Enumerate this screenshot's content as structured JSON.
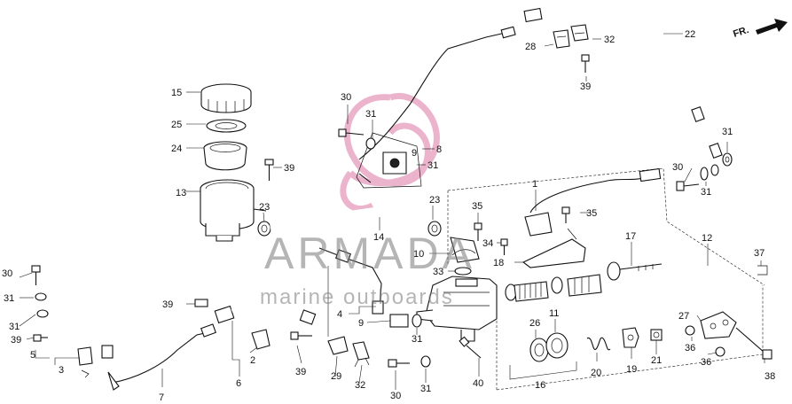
{
  "labels": {
    "l1": "1",
    "l2": "2",
    "l3": "3",
    "l4": "4",
    "l5": "5",
    "l6": "6",
    "l7": "7",
    "l8": "8",
    "l9a": "9",
    "l9b": "9",
    "l10": "10",
    "l11": "11",
    "l12": "12",
    "l13": "13",
    "l14": "14",
    "l15": "15",
    "l16": "16",
    "l17": "17",
    "l18": "18",
    "l19": "19",
    "l20": "20",
    "l21": "21",
    "l22": "22",
    "l23a": "23",
    "l23b": "23",
    "l24": "24",
    "l25": "25",
    "l26": "26",
    "l27": "27",
    "l28": "28",
    "l29": "29",
    "l30a": "30",
    "l30b": "30",
    "l30c": "30",
    "l30d": "30",
    "l31a": "31",
    "l31b": "31",
    "l31c": "31",
    "l31d": "31",
    "l31e": "31",
    "l31f": "31",
    "l31g": "31",
    "l31h": "31",
    "l32a": "32",
    "l32b": "32",
    "l33": "33",
    "l34": "34",
    "l35a": "35",
    "l35b": "35",
    "l36a": "36",
    "l36b": "36",
    "l37": "37",
    "l38": "38",
    "l39a": "39",
    "l39b": "39",
    "l39c": "39",
    "l39d": "39",
    "l39e": "39",
    "l40": "40"
  },
  "front_arrow": {
    "text": "FR."
  },
  "watermark": {
    "brand": "ARMADA",
    "tagline": "marine outboards",
    "logo_color": "#e8a7c4",
    "text_color": "#7a7a7a"
  }
}
